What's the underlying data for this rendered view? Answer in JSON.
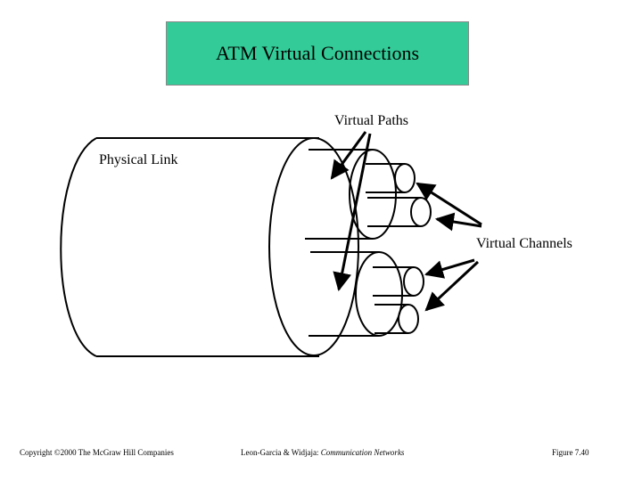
{
  "title": "ATM Virtual Connections",
  "title_bg": "#33cc99",
  "labels": {
    "virtual_paths": "Virtual Paths",
    "physical_link": "Physical Link",
    "virtual_channels": "Virtual Channels"
  },
  "footer": {
    "copyright": "Copyright ©2000 The McGraw Hill Companies",
    "authors": "Leon-Garcia & Widjaja:",
    "book": "Communication Networks",
    "figure": "Figure 7.40"
  }
}
